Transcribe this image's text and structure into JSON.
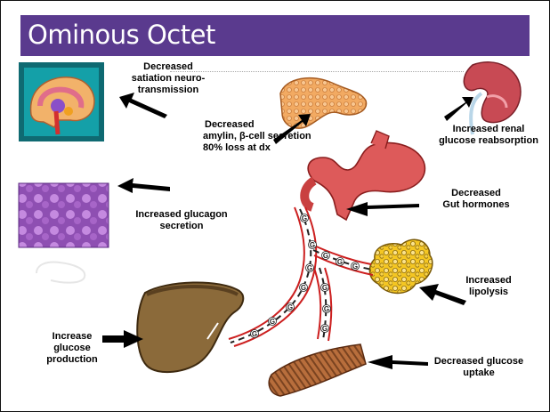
{
  "slide": {
    "title": "Ominous Octet",
    "labels": {
      "satiation": [
        "Decreased",
        "satiation neuro-",
        "transmission"
      ],
      "amylin": [
        "Decreased",
        "amylin, β-cell secretion",
        "80% loss at dx"
      ],
      "renal": [
        "Increased  renal",
        "glucose reabsorption"
      ],
      "glucagon": [
        "Increased glucagon",
        "secretion"
      ],
      "gut": [
        "Decreased",
        "Gut hormones"
      ],
      "lipolysis": [
        "Increased",
        "lipolysis"
      ],
      "glucose_production": [
        "Increase",
        "glucose",
        "production"
      ],
      "glucose_uptake": [
        "Decreased glucose",
        "uptake"
      ]
    },
    "vessel_marker": "G"
  },
  "colors": {
    "title_bar": "#5a3a8e",
    "liver": "#8b6a3a",
    "pancreas": "#f0a860",
    "stomach": "#d85050",
    "fat": "#f2c21a",
    "muscle": "#b06a3a",
    "vessel": "#cc1f1f"
  }
}
